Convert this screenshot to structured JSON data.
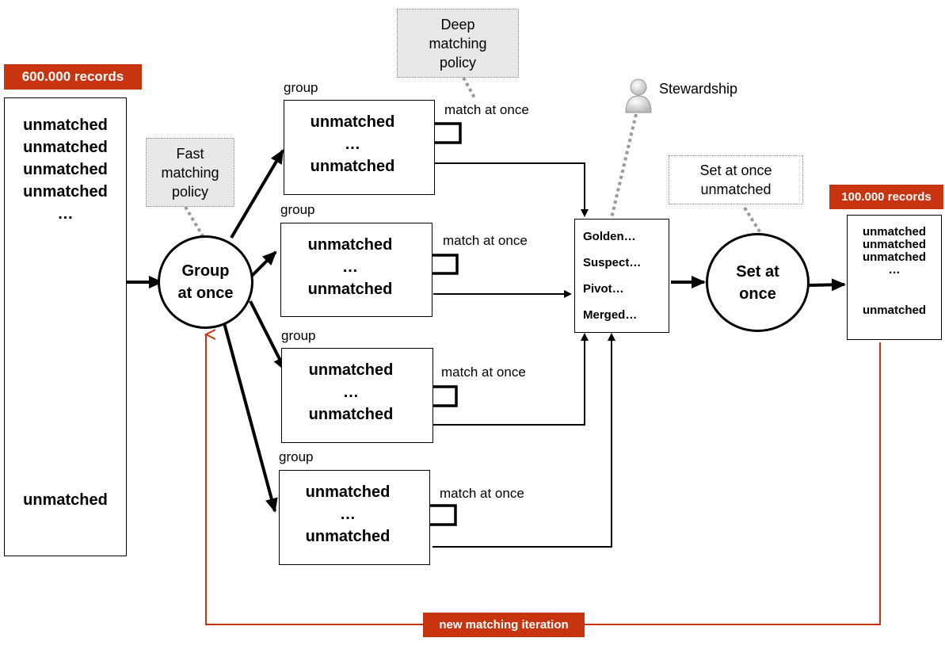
{
  "source": {
    "badge": "600.000 records",
    "lines_top": [
      "unmatched",
      "unmatched",
      "unmatched",
      "unmatched",
      "…"
    ],
    "line_bottom": "unmatched"
  },
  "fast_policy": {
    "lines": [
      "Fast",
      "matching",
      "policy"
    ]
  },
  "deep_policy": {
    "lines": [
      "Deep",
      "matching",
      "policy"
    ]
  },
  "group_at_once": {
    "lines": [
      "Group",
      "at once"
    ]
  },
  "groups": [
    {
      "label": "group",
      "lines": [
        "unmatched",
        "…",
        "unmatched"
      ],
      "match_label": "match at once"
    },
    {
      "label": "group",
      "lines": [
        "unmatched",
        "…",
        "unmatched"
      ],
      "match_label": "match at once"
    },
    {
      "label": "group",
      "lines": [
        "unmatched",
        "…",
        "unmatched"
      ],
      "match_label": "match at once"
    },
    {
      "label": "group",
      "lines": [
        "unmatched",
        "…",
        "unmatched"
      ],
      "match_label": "match at once"
    }
  ],
  "stewardship": {
    "label": "Stewardship",
    "icon": "user-icon"
  },
  "statuses": [
    "Golden…",
    "Suspect…",
    "Pivot…",
    "Merged…"
  ],
  "set_note": {
    "lines": [
      "Set at once",
      "unmatched"
    ]
  },
  "set_at_once": {
    "lines": [
      "Set at",
      "once"
    ]
  },
  "output": {
    "badge": "100.000 records",
    "lines_top": [
      "unmatched",
      "unmatched",
      "unmatched",
      "…"
    ],
    "line_bottom": "unmatched"
  },
  "iteration": {
    "label": "new matching iteration"
  },
  "colors": {
    "accent": "#c8340f",
    "note_gray": "#e8e8e8",
    "dotted": "#999999"
  }
}
